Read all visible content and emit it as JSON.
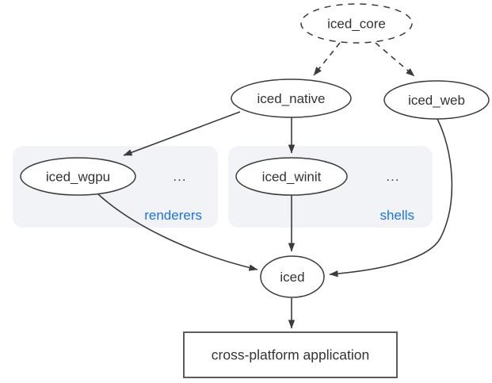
{
  "colors": {
    "accent": "#1a73e8",
    "group_fill": "#f1f3f7",
    "stroke": "#3b3b3b",
    "text": "#333333"
  },
  "nodes": {
    "iced_core": "iced_core",
    "iced_native": "iced_native",
    "iced_web": "iced_web",
    "iced_wgpu": "iced_wgpu",
    "iced_winit": "iced_winit",
    "iced": "iced",
    "app": "cross-platform application"
  },
  "groups": {
    "renderers": {
      "label": "renderers",
      "more": "..."
    },
    "shells": {
      "label": "shells",
      "more": "..."
    }
  }
}
